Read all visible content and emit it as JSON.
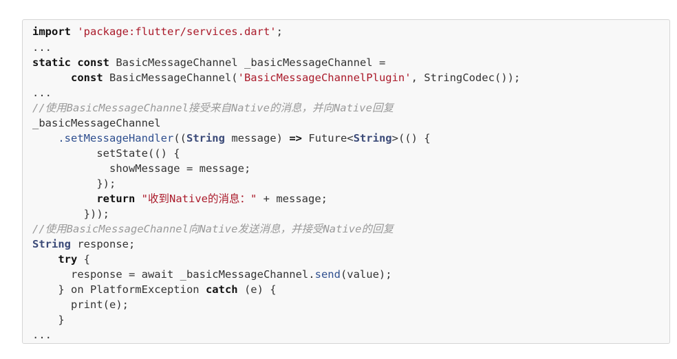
{
  "code": {
    "lines": [
      {
        "tokens": [
          {
            "t": "import",
            "c": "kw"
          },
          {
            "t": " ",
            "c": ""
          },
          {
            "t": "'package:flutter/services.dart'",
            "c": "str"
          },
          {
            "t": ";",
            "c": ""
          }
        ]
      },
      {
        "tokens": [
          {
            "t": "...",
            "c": ""
          }
        ]
      },
      {
        "tokens": [
          {
            "t": "static",
            "c": "kw"
          },
          {
            "t": " ",
            "c": ""
          },
          {
            "t": "const",
            "c": "kw"
          },
          {
            "t": " BasicMessageChannel _basicMessageChannel =",
            "c": ""
          }
        ]
      },
      {
        "tokens": [
          {
            "t": "      ",
            "c": ""
          },
          {
            "t": "const",
            "c": "kw"
          },
          {
            "t": " BasicMessageChannel(",
            "c": ""
          },
          {
            "t": "'BasicMessageChannelPlugin'",
            "c": "str"
          },
          {
            "t": ", StringCodec());",
            "c": ""
          }
        ]
      },
      {
        "tokens": [
          {
            "t": "...",
            "c": ""
          }
        ]
      },
      {
        "tokens": [
          {
            "t": "//使用BasicMessageChannel接受来自Native的消息，并向Native回复",
            "c": "cmt"
          }
        ]
      },
      {
        "tokens": [
          {
            "t": "_basicMessageChannel",
            "c": ""
          }
        ]
      },
      {
        "tokens": [
          {
            "t": "    ",
            "c": ""
          },
          {
            "t": ".setMessageHandler",
            "c": "fn"
          },
          {
            "t": "((",
            "c": ""
          },
          {
            "t": "String",
            "c": "type"
          },
          {
            "t": " message) ",
            "c": ""
          },
          {
            "t": "=>",
            "c": "op"
          },
          {
            "t": " Future<",
            "c": ""
          },
          {
            "t": "String",
            "c": "type"
          },
          {
            "t": ">(() {",
            "c": ""
          }
        ]
      },
      {
        "tokens": [
          {
            "t": "          setState(() {",
            "c": ""
          }
        ]
      },
      {
        "tokens": [
          {
            "t": "            showMessage = message;",
            "c": ""
          }
        ]
      },
      {
        "tokens": [
          {
            "t": "          });",
            "c": ""
          }
        ]
      },
      {
        "tokens": [
          {
            "t": "          ",
            "c": ""
          },
          {
            "t": "return",
            "c": "kw"
          },
          {
            "t": " ",
            "c": ""
          },
          {
            "t": "\"收到Native的消息：\"",
            "c": "str"
          },
          {
            "t": " + message;",
            "c": ""
          }
        ]
      },
      {
        "tokens": [
          {
            "t": "        }));",
            "c": ""
          }
        ]
      },
      {
        "tokens": [
          {
            "t": "//使用BasicMessageChannel向Native发送消息，并接受Native的回复",
            "c": "cmt"
          }
        ]
      },
      {
        "tokens": [
          {
            "t": "String",
            "c": "type"
          },
          {
            "t": " response;",
            "c": ""
          }
        ]
      },
      {
        "tokens": [
          {
            "t": "    ",
            "c": ""
          },
          {
            "t": "try",
            "c": "kw"
          },
          {
            "t": " {",
            "c": ""
          }
        ]
      },
      {
        "tokens": [
          {
            "t": "      response = await _basicMessageChannel.",
            "c": ""
          },
          {
            "t": "send",
            "c": "fn"
          },
          {
            "t": "(value);",
            "c": ""
          }
        ]
      },
      {
        "tokens": [
          {
            "t": "    } on PlatformException ",
            "c": ""
          },
          {
            "t": "catch",
            "c": "kw"
          },
          {
            "t": " (e) {",
            "c": ""
          }
        ]
      },
      {
        "tokens": [
          {
            "t": "      print(e);",
            "c": ""
          }
        ]
      },
      {
        "tokens": [
          {
            "t": "    }",
            "c": ""
          }
        ]
      },
      {
        "tokens": [
          {
            "t": "...",
            "c": ""
          }
        ]
      }
    ]
  }
}
